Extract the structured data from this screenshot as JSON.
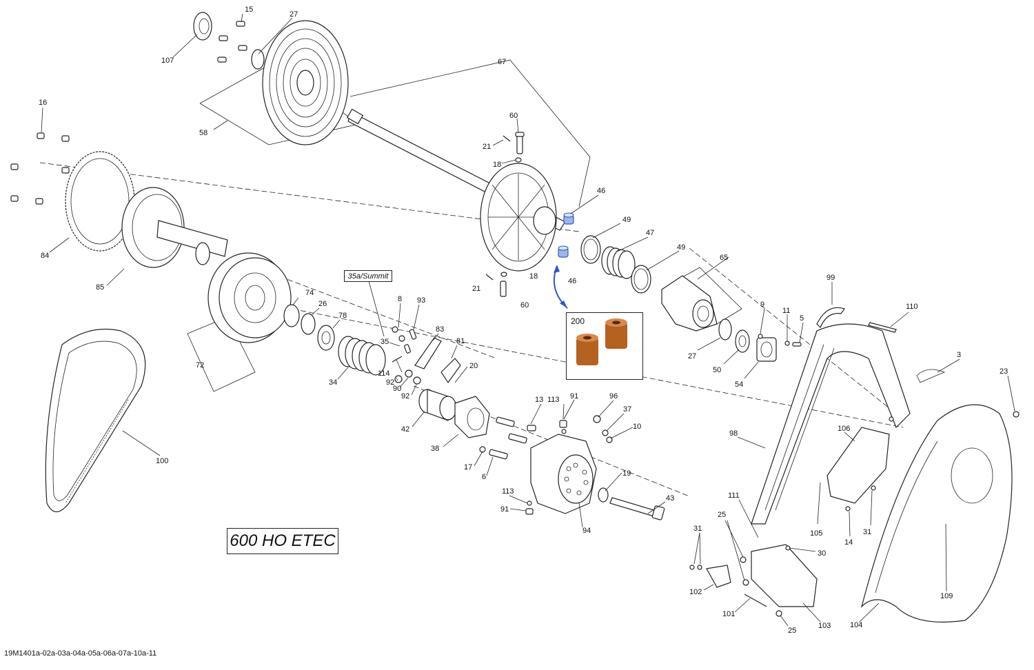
{
  "diagram": {
    "model_label": "600 HO ETEC",
    "variant_label": "35a/Summit",
    "drawing_code": "19M1401a-02a-03a-04a-05a-06a-07a-10a-11",
    "inset_label": "200",
    "accent_color": "#2b59c3",
    "bushing_color": "#b5611f",
    "callouts": [
      "15",
      "27",
      "107",
      "67",
      "16",
      "58",
      "60",
      "21",
      "18",
      "46",
      "49",
      "47",
      "84",
      "85",
      "35a/Summit",
      "8",
      "93",
      "74",
      "26",
      "78",
      "83",
      "81",
      "35",
      "114",
      "92",
      "90",
      "34",
      "20",
      "72",
      "42",
      "38",
      "13",
      "113",
      "91",
      "96",
      "37",
      "10",
      "17",
      "6",
      "19",
      "43",
      "94",
      "100",
      "200",
      "65",
      "99",
      "9",
      "11",
      "5",
      "110",
      "27",
      "50",
      "54",
      "3",
      "23",
      "98",
      "106",
      "105",
      "14",
      "31",
      "111",
      "25",
      "30",
      "102",
      "101",
      "103",
      "104",
      "109"
    ]
  }
}
